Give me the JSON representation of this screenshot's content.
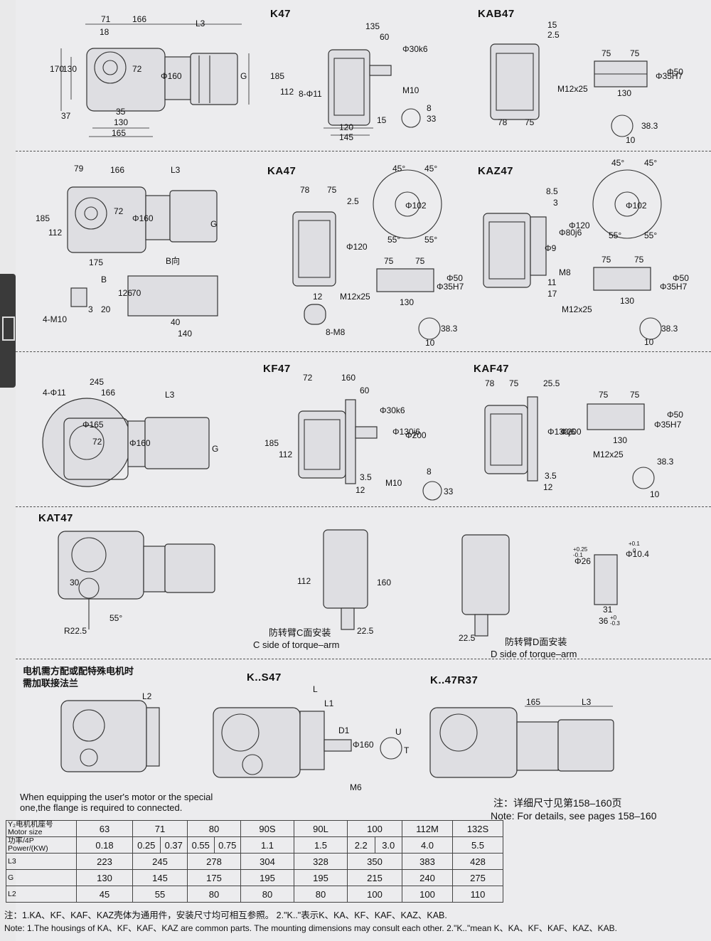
{
  "titles": {
    "k47": "K47",
    "kab47": "KAB47",
    "ka47": "KA47",
    "kaz47": "KAZ47",
    "kf47": "KF47",
    "kaf47": "KAF47",
    "kat47": "KAT47",
    "ks47": "K..S47",
    "k47r37": "K..47R37"
  },
  "k47_dims": [
    "71",
    "166",
    "L3",
    "18",
    "170",
    "130",
    "72",
    "Φ160",
    "G",
    "37",
    "35",
    "130",
    "165"
  ],
  "kab47_top_dims": [
    "135",
    "60",
    "Φ30k6",
    "185",
    "112",
    "8-Φ11",
    "M10",
    "15",
    "120",
    "145",
    "8",
    "33",
    "15",
    "2.5",
    "75",
    "75",
    "Φ35H7",
    "Φ50",
    "M12x25",
    "130",
    "78",
    "75",
    "38.3",
    "10"
  ],
  "ka47_dims": [
    "79",
    "166",
    "L3",
    "185",
    "112",
    "72",
    "Φ160",
    "G",
    "175",
    "B",
    "B向",
    "126",
    "70",
    "40",
    "140",
    "4-M10",
    "3",
    "20",
    "78",
    "75",
    "2.5",
    "Φ120",
    "12",
    "8-M8",
    "Φ102",
    "45°",
    "45°",
    "55°",
    "55°",
    "75",
    "75",
    "Φ35H7",
    "Φ50",
    "M12x25",
    "130",
    "38.3",
    "10"
  ],
  "kaz47_dims": [
    "8.5",
    "3",
    "Φ80j6",
    "Φ120",
    "Φ9",
    "M8",
    "11",
    "17",
    "Φ102",
    "45°",
    "45°",
    "55°",
    "55°",
    "75",
    "75",
    "Φ35H7",
    "Φ50",
    "M12x25",
    "130",
    "38.3",
    "10"
  ],
  "kf47_dims": [
    "245",
    "4-Φ11",
    "166",
    "L3",
    "Φ165",
    "72",
    "Φ160",
    "G",
    "72",
    "160",
    "60",
    "185",
    "112",
    "Φ30k6",
    "Φ130j6",
    "Φ200",
    "3.5",
    "12",
    "M10",
    "8",
    "33"
  ],
  "kaf47_dims": [
    "78",
    "75",
    "25.5",
    "Φ130j6",
    "Φ200",
    "3.5",
    "12",
    "75",
    "75",
    "Φ35H7",
    "Φ50",
    "130",
    "M12x25",
    "38.3",
    "10"
  ],
  "kat47_dims": [
    "30",
    "55°",
    "R22.5",
    "112",
    "160",
    "22.5",
    "22.5",
    "Φ26",
    "+0.25",
    "-0.1",
    "Φ10.4",
    "+0.1",
    "0",
    "31",
    "36",
    "+0",
    "-0.3"
  ],
  "torque_c_cn": "防转臂C面安装",
  "torque_c_en": "C side of torque–arm",
  "torque_d_cn": "防转臂D面安装",
  "torque_d_en": "D side of torque–arm",
  "motor_note_cn_1": "电机需方配或配特殊电机时",
  "motor_note_cn_2": "需加联接法兰",
  "ks47_dims": [
    "L2",
    "L",
    "L1",
    "D1",
    "Φ160",
    "U",
    "T",
    "M6"
  ],
  "k47r37_dims": [
    "165",
    "L3"
  ],
  "motor_note_en_1": "When equipping the user's motor or the special",
  "motor_note_en_2": "one,the flange is required to connected.",
  "details_cn": "注：详细尺寸见第158–160页",
  "details_en": "Note: For details, see pages 158–160",
  "table": {
    "row_headers": [
      [
        "Y₂电机机座号",
        "Motor size"
      ],
      [
        "功率/4P",
        "Power/(KW)"
      ],
      [
        "L3",
        ""
      ],
      [
        "G",
        ""
      ],
      [
        "L2",
        ""
      ]
    ],
    "motor_size": [
      "63",
      "71",
      "80",
      "90S",
      "90L",
      "100",
      "112M",
      "132S"
    ],
    "power": [
      "0.18",
      "0.25",
      "0.37",
      "0.55",
      "0.75",
      "1.1",
      "1.5",
      "2.2",
      "3.0",
      "4.0",
      "5.5"
    ],
    "L3": [
      "223",
      "245",
      "278",
      "304",
      "328",
      "350",
      "383",
      "428"
    ],
    "G": [
      "130",
      "145",
      "175",
      "195",
      "195",
      "215",
      "240",
      "275"
    ],
    "L2": [
      "45",
      "55",
      "80",
      "80",
      "80",
      "100",
      "100",
      "110"
    ]
  },
  "footnote_cn": "注：1.KA、KF、KAF、KAZ壳体为通用件，安装尺寸均可相互参照。  2.\"K..\"表示K、KA、KF、KAF、KAZ、KAB.",
  "footnote_en": "Note: 1.The housings of KA、KF、KAF、KAZ are common parts. The mounting dimensions may consult each other.   2.\"K..\"mean K、KA、KF、KAF、KAZ、KAB."
}
